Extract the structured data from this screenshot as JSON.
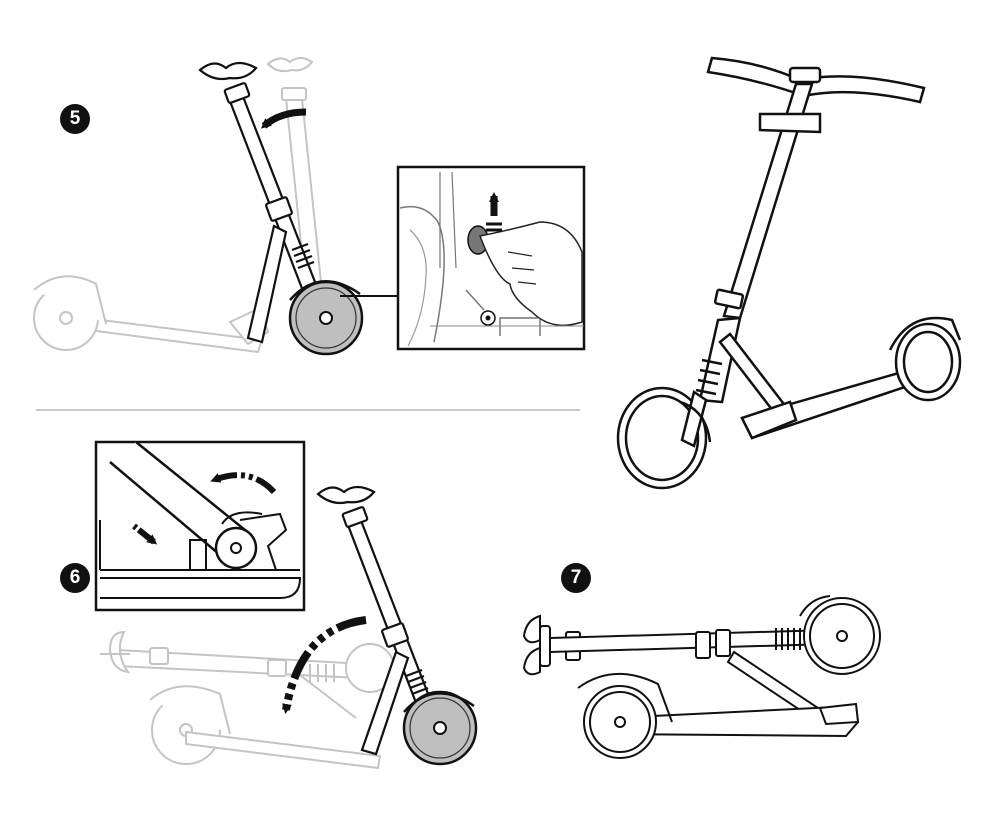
{
  "steps": [
    {
      "number": "5"
    },
    {
      "number": "6"
    },
    {
      "number": "7"
    }
  ],
  "colors": {
    "ink": "#111111",
    "ghost": "#bdbdbd",
    "wheel_fill": "#bfbfbf",
    "divider": "#c8c8c8"
  }
}
